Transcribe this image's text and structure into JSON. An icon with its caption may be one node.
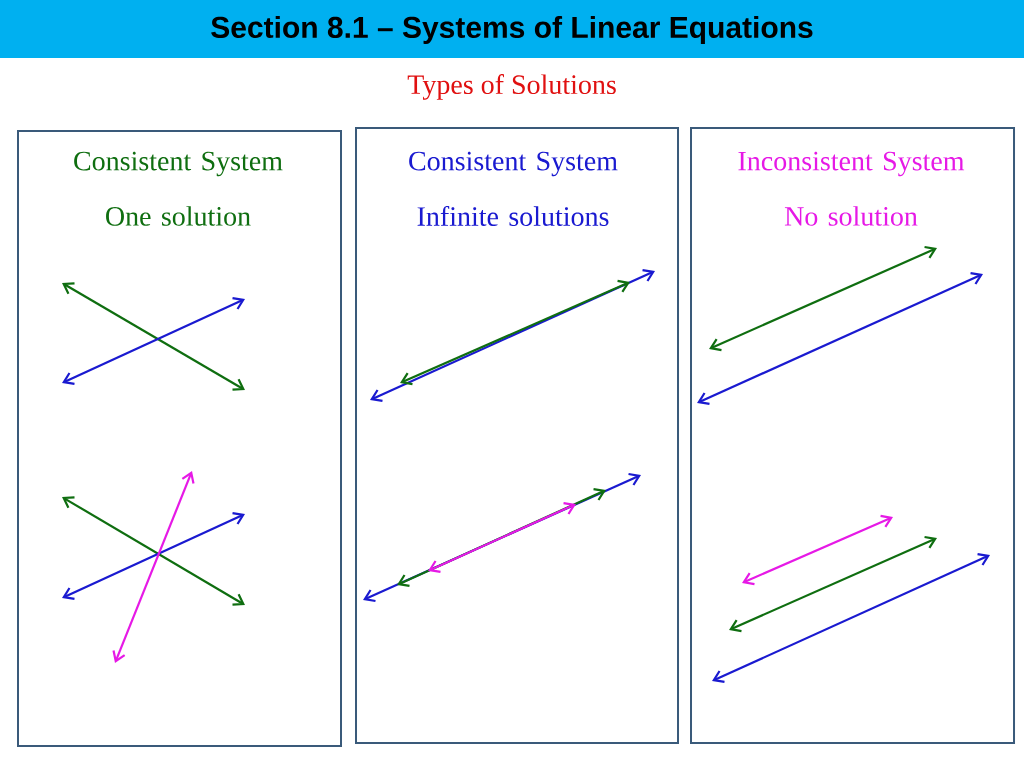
{
  "diagram": {
    "title": "Section 8.1 – Systems of Linear Equations",
    "nodes": [
      {
        "text": [
          "Consistent System",
          "One solution"
        ]
      },
      {
        "text": [
          "Consistent System",
          "Infinite solutions"
        ]
      },
      {
        "text": [
          "Inconsistent System",
          "No solution"
        ]
      }
    ],
    "labels": [
      "Types of Solutions"
    ]
  }
}
